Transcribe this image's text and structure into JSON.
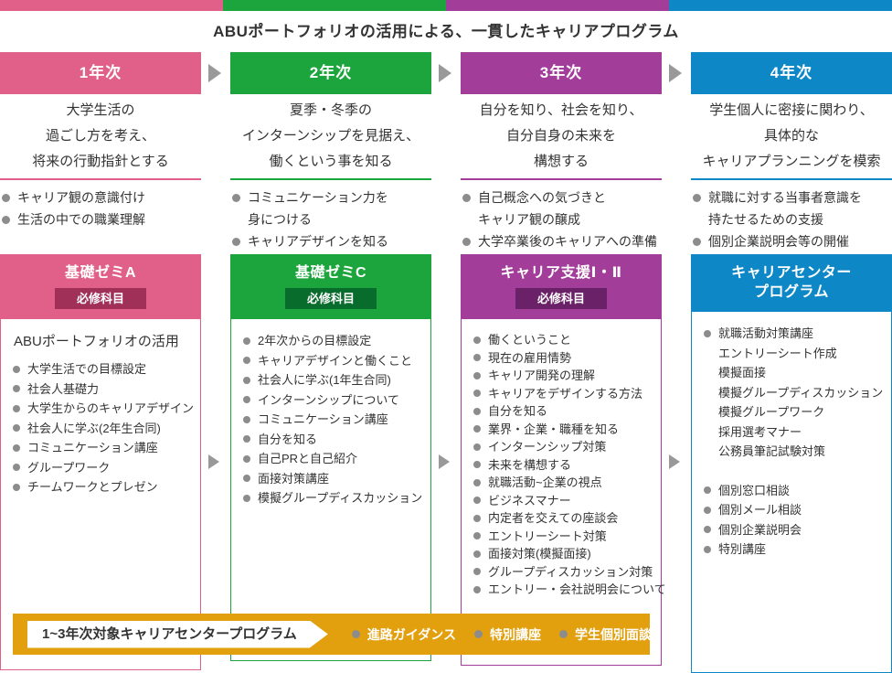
{
  "page": {
    "title": "ABUポートフォリオの活用による、一貫したキャリアプログラム"
  },
  "colors": {
    "pink": "#e0608a",
    "green": "#1ca53c",
    "purple": "#a23e99",
    "blue": "#0d87c6",
    "pink_dark": "#a13058",
    "green_dark": "#086c2c",
    "purple_dark": "#6b2168",
    "gold": "#e2a00f",
    "arrow": "#999999",
    "dot": "#8c8c8c",
    "text": "#333333"
  },
  "columns": [
    {
      "year": "1年次",
      "description": [
        "大学生活の",
        "過ごし方を考え、",
        "将来の行動指針とする"
      ],
      "points": [
        {
          "t": "キャリア観の意識付け",
          "d": 1
        },
        {
          "t": "生活の中での職業理解",
          "d": 1
        }
      ],
      "box": {
        "title_lines": [
          "基礎ゼミA"
        ],
        "badge": "必修科目",
        "subtitle": "ABUポートフォリオの活用",
        "items": [
          {
            "t": "大学生活での目標設定",
            "d": 1
          },
          {
            "t": "社会人基礎力",
            "d": 1
          },
          {
            "t": "大学生からのキャリアデザイン",
            "d": 1
          },
          {
            "t": "社会人に学ぶ(2年生合同)",
            "d": 1
          },
          {
            "t": "コミュニケーション講座",
            "d": 1
          },
          {
            "t": "グループワーク",
            "d": 1
          },
          {
            "t": "チームワークとプレゼン",
            "d": 1
          }
        ]
      }
    },
    {
      "year": "2年次",
      "description": [
        "夏季・冬季の",
        "インターンシップを見据え、",
        "働くという事を知る"
      ],
      "points": [
        {
          "t": "コミュニケーション力を",
          "d": 1
        },
        {
          "t": "身につける",
          "d": 0
        },
        {
          "t": "キャリアデザインを知る",
          "d": 1
        }
      ],
      "box": {
        "title_lines": [
          "基礎ゼミC"
        ],
        "badge": "必修科目",
        "items": [
          {
            "t": "2年次からの目標設定",
            "d": 1
          },
          {
            "t": "キャリアデザインと働くこと",
            "d": 1
          },
          {
            "t": "社会人に学ぶ(1年生合同)",
            "d": 1
          },
          {
            "t": "インターンシップについて",
            "d": 1
          },
          {
            "t": "コミュニケーション講座",
            "d": 1
          },
          {
            "t": "自分を知る",
            "d": 1
          },
          {
            "t": "自己PRと自己紹介",
            "d": 1
          },
          {
            "t": "面接対策講座",
            "d": 1
          },
          {
            "t": "模擬グループディスカッション",
            "d": 1
          }
        ]
      }
    },
    {
      "year": "3年次",
      "description": [
        "自分を知り、社会を知り、",
        "自分自身の未来を",
        "構想する"
      ],
      "points": [
        {
          "t": "自己概念への気づきと",
          "d": 1
        },
        {
          "t": "キャリア観の醸成",
          "d": 0
        },
        {
          "t": "大学卒業後のキャリアへの準備",
          "d": 1
        }
      ],
      "box": {
        "title_lines": [
          "キャリア支援Ⅰ・Ⅱ"
        ],
        "badge": "必修科目",
        "items": [
          {
            "t": "働くということ",
            "d": 1
          },
          {
            "t": "現在の雇用情勢",
            "d": 1
          },
          {
            "t": "キャリア開発の理解",
            "d": 1
          },
          {
            "t": "キャリアをデザインする方法",
            "d": 1
          },
          {
            "t": "自分を知る",
            "d": 1
          },
          {
            "t": "業界・企業・職種を知る",
            "d": 1
          },
          {
            "t": "インターンシップ対策",
            "d": 1
          },
          {
            "t": "未来を構想する",
            "d": 1
          },
          {
            "t": "就職活動~企業の視点",
            "d": 1
          },
          {
            "t": "ビジネスマナー",
            "d": 1
          },
          {
            "t": "内定者を交えての座談会",
            "d": 1
          },
          {
            "t": "エントリーシート対策",
            "d": 1
          },
          {
            "t": "面接対策(模擬面接)",
            "d": 1
          },
          {
            "t": "グループディスカッション対策",
            "d": 1
          },
          {
            "t": "エントリー・会社説明会について",
            "d": 1
          }
        ]
      }
    },
    {
      "year": "4年次",
      "description": [
        "学生個人に密接に関わり、",
        "具体的な",
        "キャリアプランニングを模索"
      ],
      "points": [
        {
          "t": "就職に対する当事者意識を",
          "d": 1
        },
        {
          "t": "持たせるための支援",
          "d": 0
        },
        {
          "t": "個別企業説明会等の開催",
          "d": 1
        }
      ],
      "box": {
        "title_lines": [
          "キャリアセンター",
          "プログラム"
        ],
        "items": [
          {
            "t": "就職活動対策講座",
            "d": 1
          },
          {
            "t": "エントリーシート作成",
            "d": 0
          },
          {
            "t": "模擬面接",
            "d": 0
          },
          {
            "t": "模擬グループディスカッション",
            "d": 0
          },
          {
            "t": "模擬グループワーク",
            "d": 0
          },
          {
            "t": "採用選考マナー",
            "d": 0
          },
          {
            "t": "公務員筆記試験対策",
            "d": 0
          },
          {
            "sp": 1
          },
          {
            "t": "個別窓口相談",
            "d": 1
          },
          {
            "t": "個別メール相談",
            "d": 1
          },
          {
            "t": "個別企業説明会",
            "d": 1
          },
          {
            "t": "特別講座",
            "d": 1
          }
        ]
      }
    }
  ],
  "bottom_bar": {
    "label": "1~3年次対象キャリアセンタープログラム",
    "items": [
      {
        "t": "進路ガイダンス",
        "d": 1
      },
      {
        "t": "特別講座",
        "d": 1
      },
      {
        "t": "学生個別面談",
        "d": 1
      }
    ]
  }
}
